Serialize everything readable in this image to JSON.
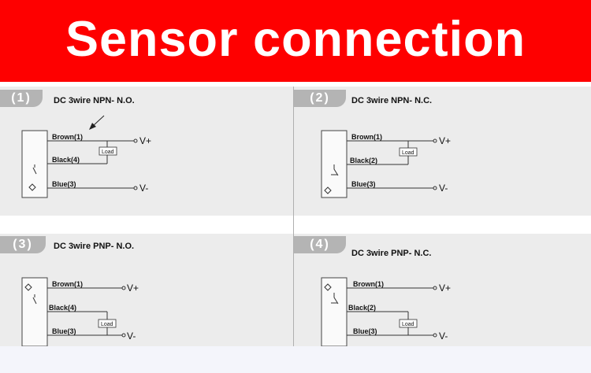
{
  "header": {
    "title": "Sensor connection"
  },
  "panels": [
    {
      "index": "(1)",
      "title": "DC 3wire NPN- N.O."
    },
    {
      "index": "(2)",
      "title": "DC 3wire NPN- N.C."
    },
    {
      "index": "(3)",
      "title": "DC 3wire PNP- N.O."
    },
    {
      "index": "(4)",
      "title": "DC 3wire PNP- N.C."
    }
  ],
  "wires": {
    "brown": "Brown(1)",
    "black_npn_no": "Black(4)",
    "black_npn_nc": "Black(2)",
    "black_pnp_no": "Black(4)",
    "black_pnp_nc": "Black(2)",
    "blue": "Blue(3)"
  },
  "terminals": {
    "pos": "V+",
    "neg": "V-"
  },
  "load_label": "Load",
  "colors": {
    "banner": "#fe0000",
    "panel": "#ececec",
    "tab": "#b4b4b4"
  }
}
